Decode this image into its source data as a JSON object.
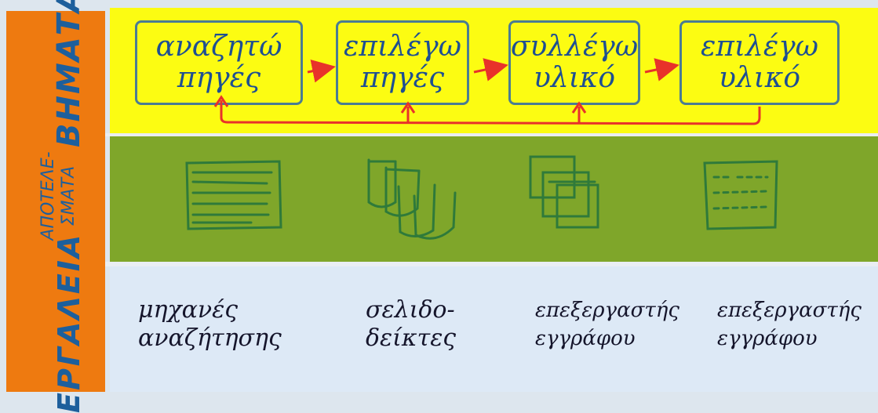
{
  "rows": {
    "steps": {
      "label": "ΒΗΜΑΤΑ",
      "boxes": [
        {
          "line1": "αναζητώ",
          "line2": "πηγές"
        },
        {
          "line1": "επιλέγω",
          "line2": "πηγές"
        },
        {
          "line1": "συλλέγω",
          "line2": "υλικό"
        },
        {
          "line1": "επιλέγω",
          "line2": "υλικό"
        }
      ]
    },
    "results": {
      "label_line1": "ΑΠΟΤΕΛΕ-",
      "label_line2": "ΣΜΑΤΑ",
      "icons": [
        "document-lines-icon",
        "overlapping-sheets-icon",
        "stacked-squares-icon",
        "dashed-page-icon"
      ]
    },
    "tools": {
      "label": "ΕΡΓΑΛΕΙΑ",
      "items": [
        {
          "line1": "μηχανές",
          "line2": "αναζήτησης"
        },
        {
          "line1": "σελιδο-",
          "line2": "δείκτες"
        },
        {
          "line1": "επεξεργαστής",
          "line2": "εγγράφου"
        },
        {
          "line1": "επεξεργαστής",
          "line2": "εγγράφου"
        }
      ]
    }
  },
  "colors": {
    "sidebar": "#ee7a10",
    "steps_band": "#fcfc12",
    "results_band": "#7fa62a",
    "tools_band": "#dde9f6",
    "arrows": "#e8322a",
    "box_border": "#4a7c93",
    "ink_blue": "#1e4f92",
    "ink_green": "#2f7a3a"
  }
}
